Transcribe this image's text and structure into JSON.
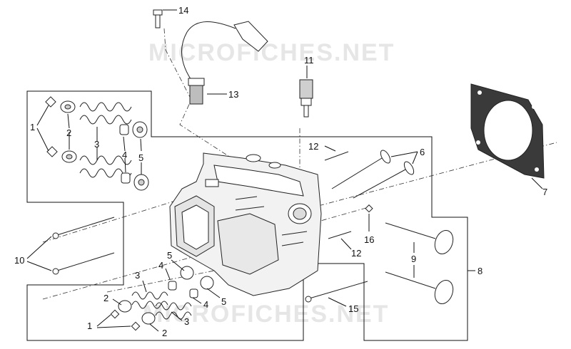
{
  "watermark": {
    "text": "MICROFICHES.NET"
  },
  "callouts": [
    {
      "id": "c14",
      "label": "14"
    },
    {
      "id": "c11",
      "label": "11"
    },
    {
      "id": "c13",
      "label": "13"
    },
    {
      "id": "c1a",
      "label": "1"
    },
    {
      "id": "c2a",
      "label": "2"
    },
    {
      "id": "c3a",
      "label": "3"
    },
    {
      "id": "c4a",
      "label": "4"
    },
    {
      "id": "c5a",
      "label": "5"
    },
    {
      "id": "c12a",
      "label": "12"
    },
    {
      "id": "c6",
      "label": "6"
    },
    {
      "id": "c7",
      "label": "7"
    },
    {
      "id": "c10",
      "label": "10"
    },
    {
      "id": "c16",
      "label": "16"
    },
    {
      "id": "c12b",
      "label": "12"
    },
    {
      "id": "c9",
      "label": "9"
    },
    {
      "id": "c8",
      "label": "8"
    },
    {
      "id": "c5b",
      "label": "5"
    },
    {
      "id": "c4b",
      "label": "4"
    },
    {
      "id": "c3b",
      "label": "3"
    },
    {
      "id": "c5c",
      "label": "5"
    },
    {
      "id": "c4c",
      "label": "4"
    },
    {
      "id": "c2b",
      "label": "2"
    },
    {
      "id": "c3c",
      "label": "3"
    },
    {
      "id": "c15",
      "label": "15"
    },
    {
      "id": "c1b",
      "label": "1"
    },
    {
      "id": "c2c",
      "label": "2"
    }
  ]
}
